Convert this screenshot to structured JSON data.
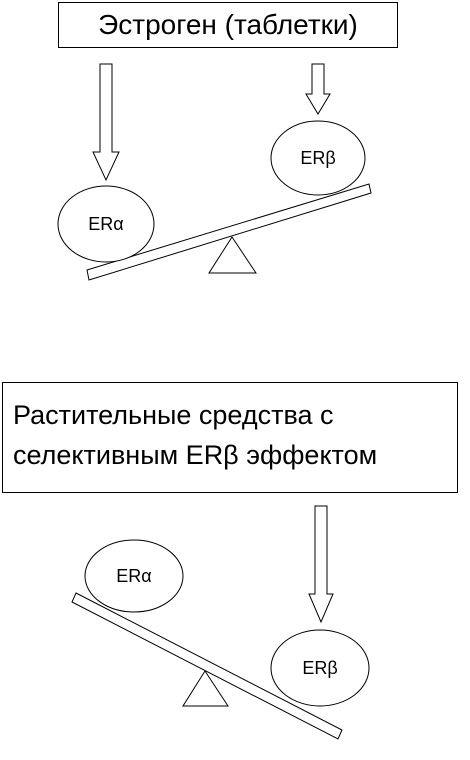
{
  "scale_1": {
    "heading": "Эстроген (таблетки)",
    "receptor_alpha": "ERα",
    "receptor_beta": "ERβ"
  },
  "scale_2": {
    "heading_lines": [
      "Растительные средства с",
      "селективным ERβ эффектом"
    ],
    "receptor_alpha": "ERα",
    "receptor_beta": "ERβ"
  }
}
